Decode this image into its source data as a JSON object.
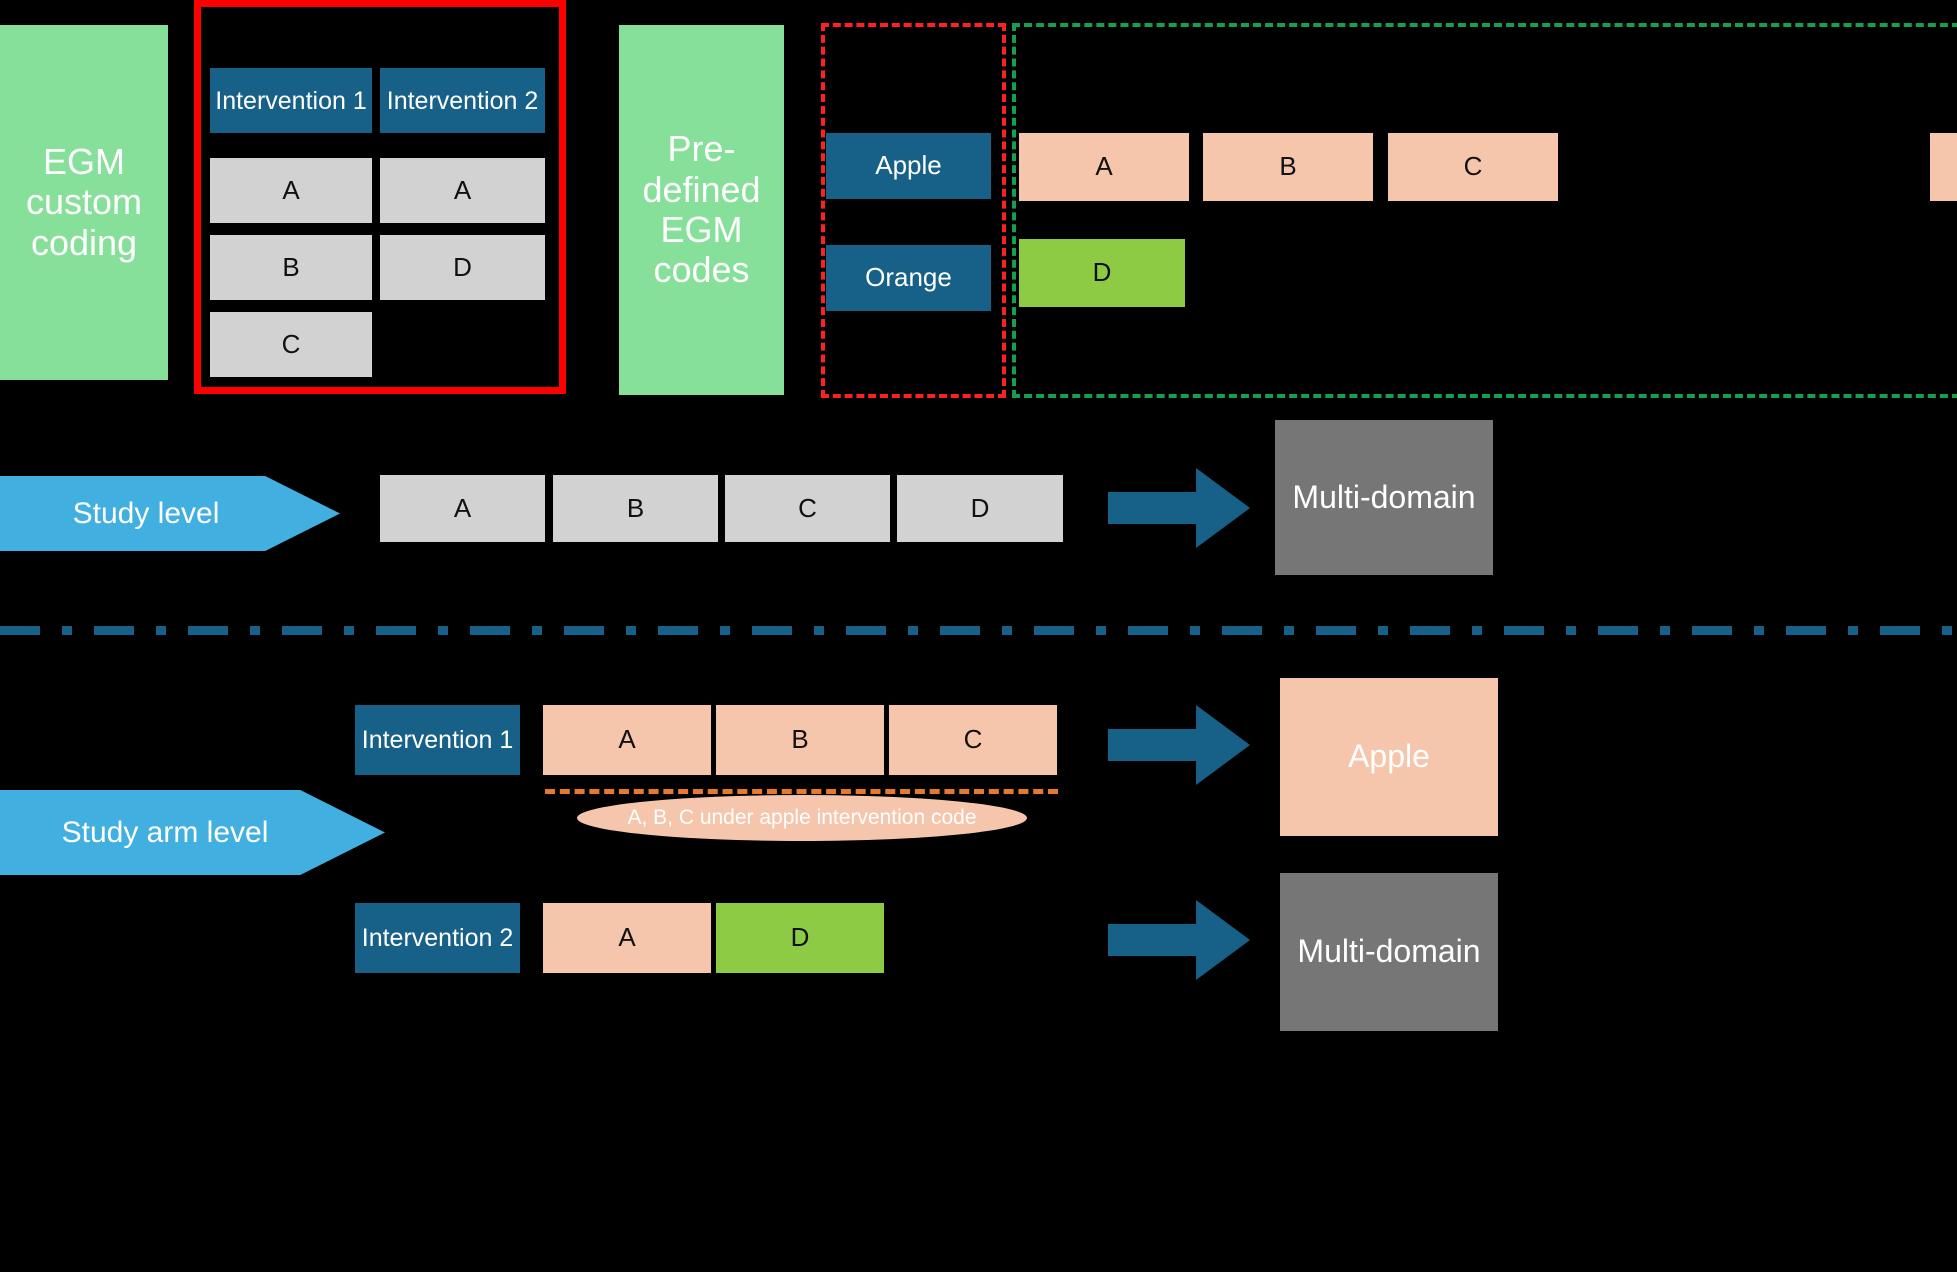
{
  "colors": {
    "background": "#000000",
    "green_label": "#86E09A",
    "teal": "#176087",
    "grey_code": "#D2D2D2",
    "peach_code": "#F6C6AC",
    "lime_code": "#8DCB45",
    "dark_grey": "#767676",
    "blue_chevron": "#41AFE0",
    "red_solid_outline": "#FF0000",
    "red_dashed_outline": "#FF2020",
    "green_dashed_outline": "#15A04F",
    "orange_dashed": "#E8792B"
  },
  "top": {
    "custom_coding_label": "EGM custom coding",
    "predefined_label": "Pre-defined EGM codes",
    "custom_table": {
      "columns": [
        "Intervention 1",
        "Intervention 2"
      ],
      "cells": [
        [
          "A",
          "A"
        ],
        [
          "B",
          "D"
        ],
        [
          "C",
          ""
        ]
      ]
    },
    "predefined": {
      "intervention_codes": [
        "Apple",
        "Orange"
      ],
      "apple_row": [
        "A",
        "B",
        "C"
      ],
      "orange_row": [
        "D"
      ]
    }
  },
  "study_level": {
    "chevron_label": "Study level",
    "codes": [
      "A",
      "B",
      "C",
      "D"
    ],
    "result_label": "Multi-domain",
    "arrow": "right-arrow"
  },
  "study_arm_level": {
    "chevron_label": "Study arm level",
    "arms": [
      {
        "name": "Intervention 1",
        "codes": [
          "A",
          "B",
          "C"
        ],
        "note": "A, B, C under apple intervention code",
        "result_label": "Apple",
        "result_style": "peach"
      },
      {
        "name": "Intervention 2",
        "codes": [
          "A",
          "D"
        ],
        "note": "",
        "result_label": "Multi-domain",
        "result_style": "grey"
      }
    ],
    "arrow": "right-arrow"
  }
}
